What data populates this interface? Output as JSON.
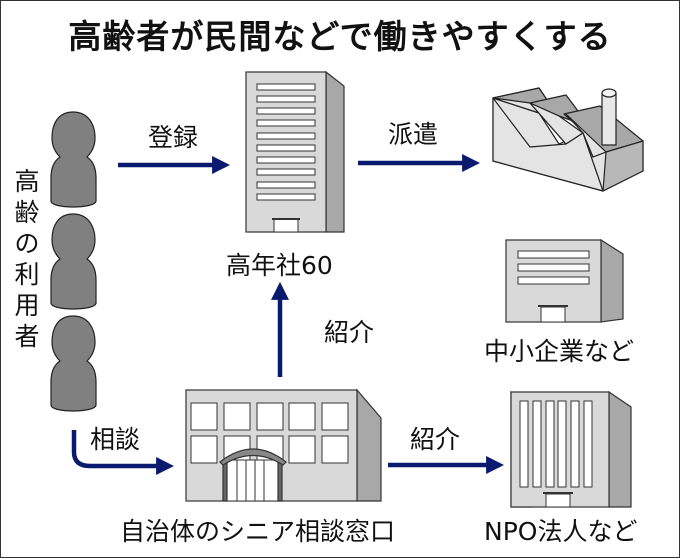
{
  "title": "高齢者が民間などで働きやすくする",
  "users_label": [
    "高",
    "齢",
    "の",
    "利",
    "用",
    "者"
  ],
  "arrows": {
    "register": "登録",
    "dispatch": "派遣",
    "introduce_up": "紹介",
    "consult": "相談",
    "introduce_right": "紹介"
  },
  "nodes": {
    "kounensha": "高年社60",
    "factory": "",
    "sme": "中小企業など",
    "municipal": "自治体のシニア相談窓口",
    "npo": "NPO法人など"
  },
  "colors": {
    "arrow": "#0a1a6e",
    "person": "#808080",
    "building_front": "#d9d9d9",
    "building_side": "#a8a8a8"
  }
}
